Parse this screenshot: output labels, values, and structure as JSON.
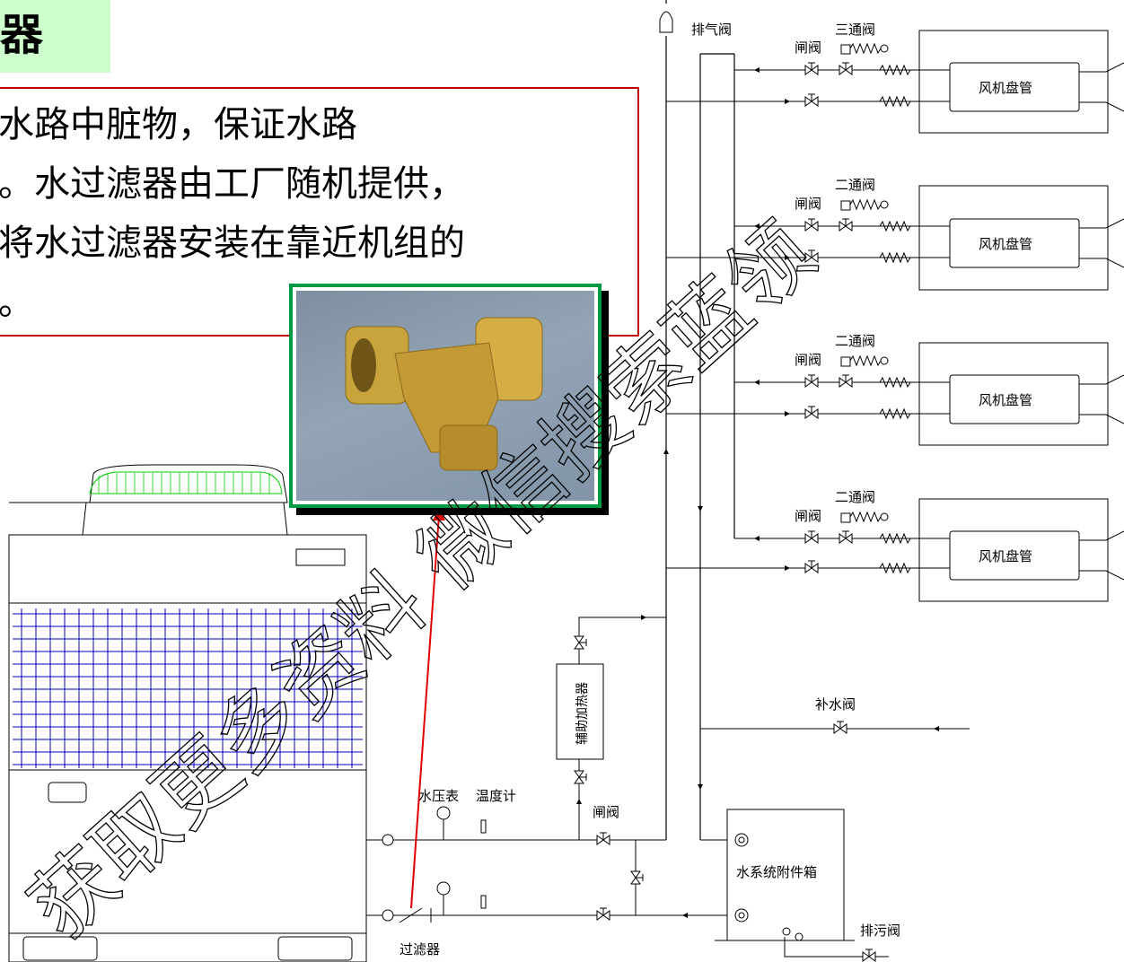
{
  "title": "器",
  "description_lines": [
    "水路中脏物，保证水路",
    "。水过滤器由工厂随机提供，",
    "将水过滤器安装在靠近机组的",
    "。"
  ],
  "labels": {
    "exhaust_valve": "排气阀",
    "three_way_valve": "三通阀",
    "two_way_valve": "二通阀",
    "gate_valve": "闸阀",
    "fan_coil": "风机盘管",
    "aux_heater": "辅助加热器",
    "makeup_valve": "补水阀",
    "pressure_gauge": "水压表",
    "thermometer": "温度计",
    "filter": "过滤器",
    "accessory_box": "水系统附件箱",
    "drain_valve": "排污阀"
  },
  "watermark": "获取更多资料 微信搜索蓝领",
  "colors": {
    "title_bg": "#ccffcc",
    "box_border": "#c00000",
    "photo_border": "#009a44",
    "grid": "#0000cc",
    "arrow": "#e00000",
    "fan_grille": "#00cc00"
  }
}
